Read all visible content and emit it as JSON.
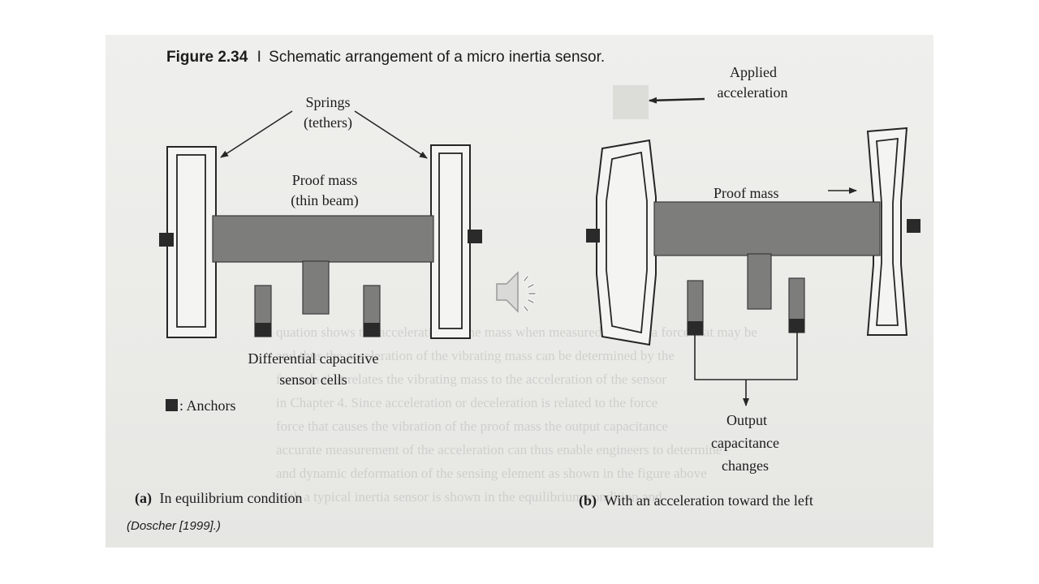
{
  "figure": {
    "number": "Figure 2.34",
    "separator": "I",
    "caption": "Schematic arrangement of a micro inertia sensor."
  },
  "labels": {
    "springs_line1": "Springs",
    "springs_line2": "(tethers)",
    "proof_mass_a_line1": "Proof mass",
    "proof_mass_a_line2": "(thin beam)",
    "diff_cap_line1": "Differential capacitive",
    "diff_cap_line2": "sensor cells",
    "anchors": ": Anchors",
    "applied_line1": "Applied",
    "applied_line2": "acceleration",
    "proof_mass_b": "Proof mass",
    "output_line1": "Output",
    "output_line2": "capacitance",
    "output_line3": "changes",
    "subcaption_a_tag": "(a)",
    "subcaption_a_text": "In equilibrium condition",
    "subcaption_b_tag": "(b)",
    "subcaption_b_text": "With an acceleration toward the left",
    "source": "(Doscher [1999].)"
  },
  "colors": {
    "beam": "#7d7d7b",
    "anchor": "#2a2a2a",
    "line": "#262626"
  },
  "icons": {
    "speaker": "speaker-icon"
  }
}
